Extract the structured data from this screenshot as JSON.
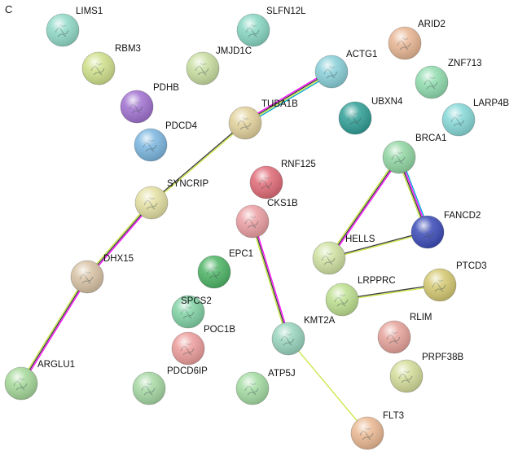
{
  "panel_label": "C",
  "nodes": [
    {
      "id": "LIMS1",
      "color": "#8fd9c6",
      "label_side": "right"
    },
    {
      "id": "SLFN12L",
      "color": "#86d6c2",
      "label_side": "right"
    },
    {
      "id": "ARID2",
      "color": "#e8b592",
      "label_side": "right"
    },
    {
      "id": "RBM3",
      "color": "#cfe08a",
      "label_side": "right"
    },
    {
      "id": "JMJD1C",
      "color": "#c8dea0",
      "label_side": "right"
    },
    {
      "id": "ACTG1",
      "color": "#88cfd8",
      "label_side": "right"
    },
    {
      "id": "ZNF713",
      "color": "#8fdcae",
      "label_side": "right"
    },
    {
      "id": "PDHB",
      "color": "#a070d0",
      "label_side": "right"
    },
    {
      "id": "UBXN4",
      "color": "#2e9e96",
      "label_side": "right"
    },
    {
      "id": "LARP4B",
      "color": "#86d8d8",
      "label_side": "right"
    },
    {
      "id": "PDCD4",
      "color": "#7ab6e0",
      "label_side": "right"
    },
    {
      "id": "TUBA1B",
      "color": "#e2d19a",
      "label_side": "right"
    },
    {
      "id": "BRCA1",
      "color": "#90d6a2",
      "label_side": "right"
    },
    {
      "id": "RNF125",
      "color": "#e06a76",
      "label_side": "right"
    },
    {
      "id": "SYNCRIP",
      "color": "#e4e0a2",
      "label_side": "right"
    },
    {
      "id": "CKS1B",
      "color": "#eb9ea2",
      "label_side": "right"
    },
    {
      "id": "FANCD2",
      "color": "#3a4ab8",
      "label_side": "right"
    },
    {
      "id": "HELLS",
      "color": "#cfe2a0",
      "label_side": "right"
    },
    {
      "id": "EPC1",
      "color": "#4cb464",
      "label_side": "right"
    },
    {
      "id": "DHX15",
      "color": "#d8c2a4",
      "label_side": "right"
    },
    {
      "id": "PTCD3",
      "color": "#d4c870",
      "label_side": "right"
    },
    {
      "id": "LRPPRC",
      "color": "#bddf8e",
      "label_side": "right"
    },
    {
      "id": "SPCS2",
      "color": "#7fd2a4",
      "label_side": "right"
    },
    {
      "id": "RLIM",
      "color": "#e6a29a",
      "label_side": "right"
    },
    {
      "id": "KMT2A",
      "color": "#98d4be",
      "label_side": "right"
    },
    {
      "id": "POC1B",
      "color": "#ec9c9a",
      "label_side": "right"
    },
    {
      "id": "PRPF38B",
      "color": "#d4dc98",
      "label_side": "right"
    },
    {
      "id": "ARGLU1",
      "color": "#a4d898",
      "label_side": "right"
    },
    {
      "id": "PDCD6IP",
      "color": "#a4d8a2",
      "label_side": "right"
    },
    {
      "id": "ATP5J",
      "color": "#a4dca2",
      "label_side": "right"
    },
    {
      "id": "FLT3",
      "color": "#eab892",
      "label_side": "right"
    }
  ],
  "edges": [
    {
      "source": "TUBA1B",
      "target": "ACTG1",
      "colors": [
        "#ff00ff",
        "#3a3a3a",
        "#c8e640",
        "#00a6d6"
      ]
    },
    {
      "source": "SYNCRIP",
      "target": "TUBA1B",
      "colors": [
        "#3a3a3a",
        "#c8e640"
      ]
    },
    {
      "source": "SYNCRIP",
      "target": "DHX15",
      "colors": [
        "#ff00ff",
        "#3a3a3a",
        "#c8e640"
      ]
    },
    {
      "source": "DHX15",
      "target": "ARGLU1",
      "colors": [
        "#ff00ff",
        "#3a3a3a",
        "#c8e640"
      ]
    },
    {
      "source": "CKS1B",
      "target": "KMT2A",
      "colors": [
        "#ff00ff",
        "#3a3a3a",
        "#c8e640"
      ]
    },
    {
      "source": "KMT2A",
      "target": "FLT3",
      "colors": [
        "#c8e640"
      ]
    },
    {
      "source": "BRCA1",
      "target": "FANCD2",
      "colors": [
        "#00a6d6",
        "#ff00ff",
        "#3a3a3a",
        "#c8e640"
      ]
    },
    {
      "source": "BRCA1",
      "target": "HELLS",
      "colors": [
        "#ff00ff",
        "#3a3a3a",
        "#c8e640"
      ]
    },
    {
      "source": "HELLS",
      "target": "FANCD2",
      "colors": [
        "#3a3a3a",
        "#c8e640"
      ]
    },
    {
      "source": "LRPPRC",
      "target": "PTCD3",
      "colors": [
        "#3a3a3a",
        "#c8e640"
      ]
    }
  ]
}
